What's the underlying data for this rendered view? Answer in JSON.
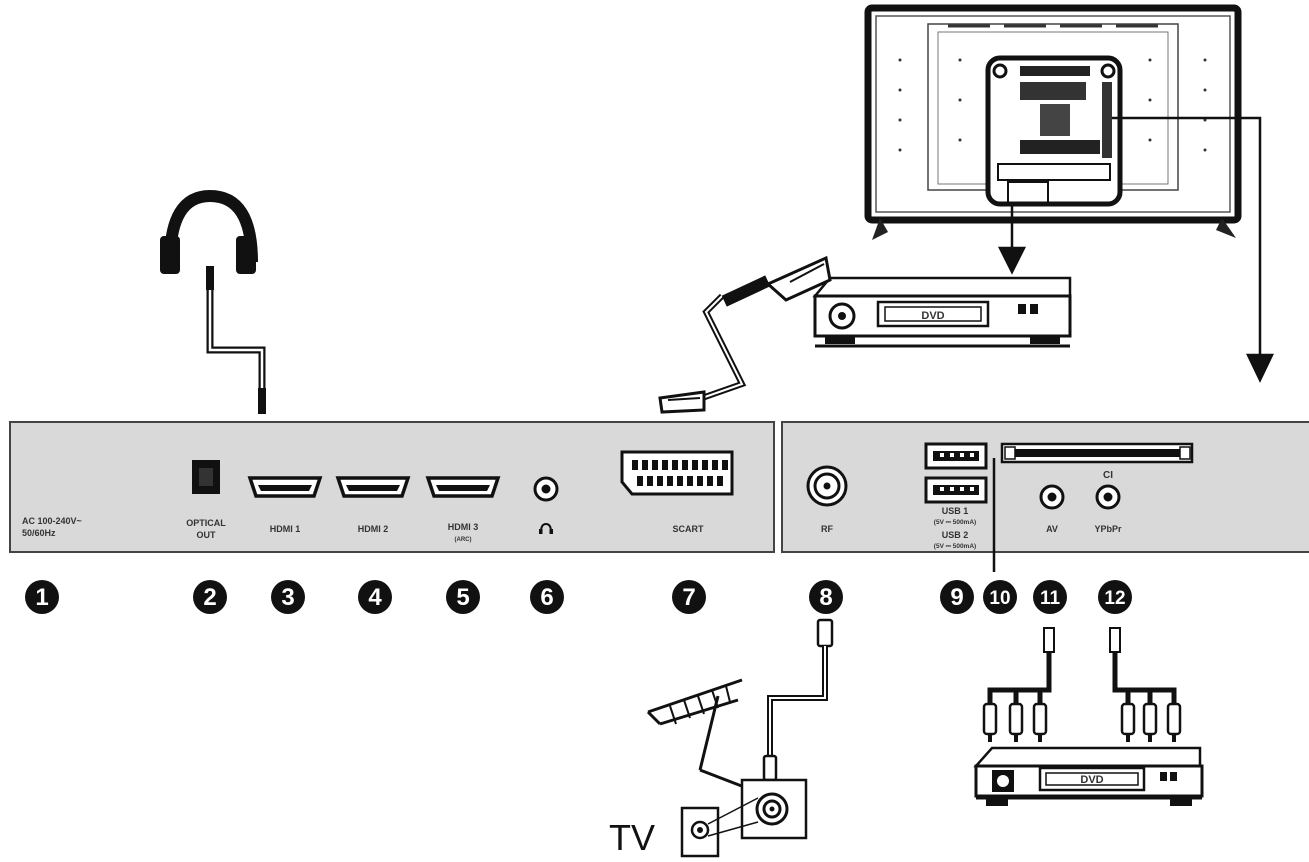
{
  "panel_left": {
    "power_label_1": "AC 100-240V~",
    "power_label_2": "50/60Hz",
    "optical_label_1": "OPTICAL",
    "optical_label_2": "OUT",
    "hdmi1_label": "HDMI 1",
    "hdmi2_label": "HDMI 2",
    "hdmi3_label": "HDMI 3",
    "hdmi3_sub": "(ARC)",
    "scart_label": "SCART"
  },
  "panel_right": {
    "rf_label": "RF",
    "usb1_label": "USB 1",
    "usb1_sub": "(5V ⎓ 500mA)",
    "usb2_label": "USB 2",
    "usb2_sub": "(5V ⎓ 500mA)",
    "ci_label": "CI",
    "av_label": "AV",
    "ypbpr_label": "YPbPr"
  },
  "callouts": [
    "1",
    "2",
    "3",
    "4",
    "5",
    "6",
    "7",
    "8",
    "9",
    "10",
    "11",
    "12"
  ],
  "devices": {
    "dvd_top": "DVD",
    "dvd_bottom": "DVD",
    "wall_socket": "TV"
  },
  "icons": {
    "headphones": "headphones-icon",
    "headphone_port": "headphone-icon"
  }
}
